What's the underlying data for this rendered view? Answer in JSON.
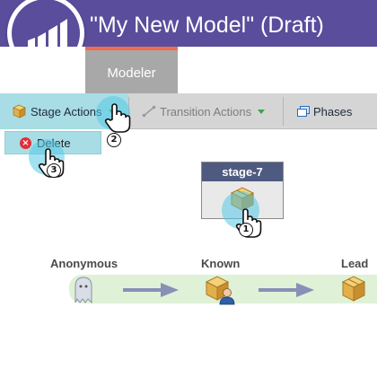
{
  "header": {
    "title": "\"My New Model\" (Draft)",
    "logo_icon": "marketo-bars-icon",
    "background": "#5a4d9c"
  },
  "tabs": [
    {
      "label": "Modeler",
      "active": true,
      "accent": "#f26b4f"
    }
  ],
  "toolbar": {
    "stage_actions": {
      "label": "Stage Actions",
      "icon": "stage-box-icon",
      "active": true
    },
    "transition_actions": {
      "label": "Transition Actions",
      "icon": "transition-icon",
      "disabled": true
    },
    "phases": {
      "label": "Phases",
      "icon": "phases-icon"
    }
  },
  "dropdown": {
    "items": [
      {
        "label": "Delete",
        "icon": "delete-icon"
      }
    ]
  },
  "canvas": {
    "selected_stage": {
      "label": "stage-7",
      "icon": "stage-box-icon"
    },
    "flow": {
      "stages": [
        {
          "label": "Anonymous",
          "icon": "ghost-icon"
        },
        {
          "label": "Known",
          "icon": "known-person-icon"
        },
        {
          "label": "Lead",
          "icon": "stage-box-icon"
        }
      ],
      "arrow_icon": "arrow-right-icon"
    }
  },
  "callouts": [
    {
      "number": "1",
      "target": "stage-7"
    },
    {
      "number": "2",
      "target": "Stage Actions"
    },
    {
      "number": "3",
      "target": "Delete"
    }
  ],
  "colors": {
    "accent": "#f26b4f",
    "highlight": "#a9dde5",
    "stage_header": "#4e5a80",
    "flow_band": "#dff1d6",
    "arrow": "#8a8fb8"
  }
}
